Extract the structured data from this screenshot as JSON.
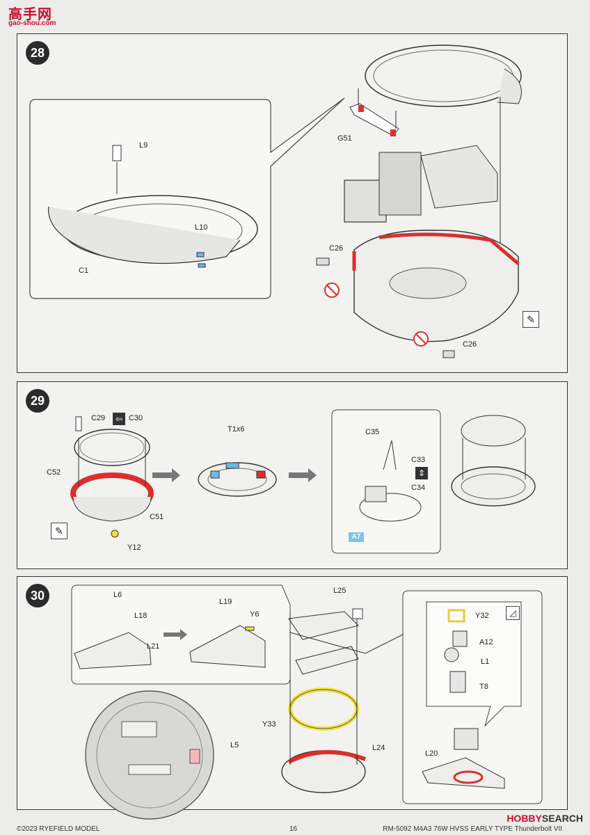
{
  "watermark": {
    "logo_text": "高手网",
    "url": "gao-shou.com",
    "bottom_right_brand": "HOBBY",
    "bottom_right_brand2": "SEARCH"
  },
  "steps": {
    "s28": {
      "number": "28",
      "labels": {
        "l9": "L9",
        "l10": "L10",
        "c1": "C1",
        "g51": "G51",
        "c26a": "C26",
        "c26b": "C26"
      }
    },
    "s29": {
      "number": "29",
      "labels": {
        "c29": "C29",
        "c30": "C30",
        "c52": "C52",
        "c51": "C51",
        "y12": "Y12",
        "t1x6": "T1x6",
        "c35": "C35",
        "c33": "C33",
        "c34": "C34",
        "a7": "A7"
      }
    },
    "s30": {
      "number": "30",
      "labels": {
        "l6": "L6",
        "l18": "L18",
        "l21": "L21",
        "l19": "L19",
        "y6": "Y6",
        "l25": "L25",
        "y32": "Y32",
        "a12": "A12",
        "l1": "L1",
        "t8": "T8",
        "y33": "Y33",
        "l5": "L5",
        "l24": "L24",
        "l20": "L20"
      }
    }
  },
  "footer": {
    "copyright": "©2023 RYEFIELD MODEL",
    "page": "16",
    "product": "RM-5092 M4A3 76W HVSS EARLY TYPE Thunderbolt VII"
  },
  "colors": {
    "accent_red": "#d9302c",
    "accent_blue": "#6fb8e6",
    "accent_yellow": "#f2e23a"
  }
}
